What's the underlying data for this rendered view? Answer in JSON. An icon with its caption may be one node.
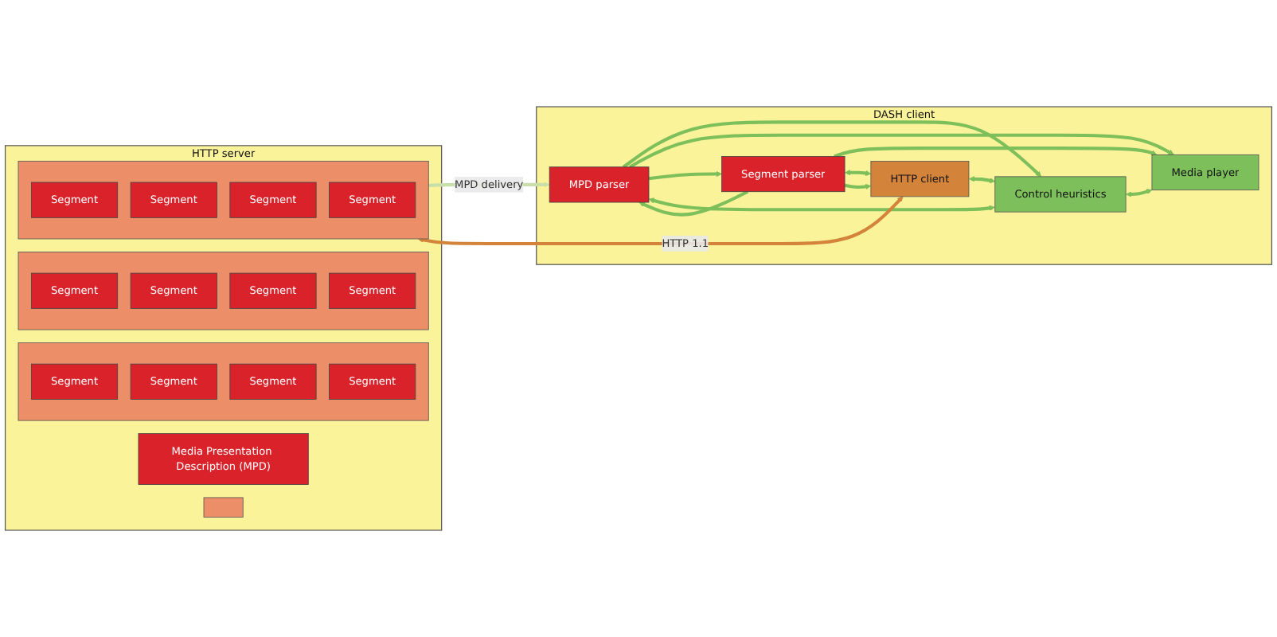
{
  "diagram": {
    "nodes": [
      {
        "text": [
          "HTTP server"
        ]
      },
      {
        "text": [
          "Media Presentation Description (MPD)"
        ],
        "in": 0
      },
      {
        "text": [],
        "shape": "box",
        "in": 0
      },
      {
        "text": [
          "Segment"
        ],
        "in": 2
      },
      {
        "text": [
          "Segment"
        ],
        "in": 2
      },
      {
        "text": [
          "Segment"
        ],
        "in": 2
      },
      {
        "text": [
          "Segment"
        ],
        "in": 2
      },
      {
        "text": [],
        "shape": "box",
        "in": 0
      },
      {
        "text": [],
        "shape": "box",
        "in": 0
      },
      {
        "text": [
          "Segment"
        ],
        "in": 8
      },
      {
        "text": [
          "Segment"
        ],
        "in": 8
      },
      {
        "text": [
          "Segment"
        ],
        "in": 8
      },
      {
        "text": [
          "Segment"
        ],
        "in": 8
      },
      {
        "text": [],
        "shape": "box",
        "in": 0
      },
      {
        "text": [
          "Segment"
        ],
        "in": 13
      },
      {
        "text": [
          "Segment"
        ],
        "in": 13
      },
      {
        "text": [
          "Segment"
        ],
        "in": 13
      },
      {
        "text": [
          "Segment"
        ],
        "in": 13
      },
      {
        "text": [
          "DASH client"
        ]
      },
      {
        "text": [
          "Control heuristics"
        ],
        "in": 18
      },
      {
        "text": [
          "MPD parser"
        ],
        "in": 18
      },
      {
        "text": [
          "Segment parser"
        ],
        "in": 18
      },
      {
        "text": [
          "Media player"
        ],
        "in": 18
      },
      {
        "text": [
          "HTTP client"
        ],
        "in": 18
      }
    ],
    "edges": [
      {
        "from": 13,
        "to": 20,
        "arrow": "to",
        "label": "MPD delivery",
        "color": "#c8e0a8"
      },
      {
        "from": 13,
        "to": 23,
        "arrow": "both",
        "label": "HTTP 1.1",
        "color": "#d4843a"
      },
      {
        "from": 20,
        "to": 19,
        "arrow": "to"
      },
      {
        "from": 19,
        "to": 20,
        "arrow": "both"
      },
      {
        "from": 23,
        "to": 19,
        "arrow": "both"
      },
      {
        "from": 19,
        "to": 22,
        "arrow": "both"
      },
      {
        "from": 20,
        "to": 22,
        "arrow": "to"
      },
      {
        "from": 20,
        "to": 21,
        "arrow": "to"
      },
      {
        "from": 21,
        "to": 20,
        "arrow": "to"
      },
      {
        "from": 21,
        "to": 22,
        "arrow": "to"
      },
      {
        "from": 21,
        "to": 23,
        "arrow": "both"
      },
      {
        "from": 21,
        "to": 23,
        "arrow": "to"
      }
    ]
  }
}
